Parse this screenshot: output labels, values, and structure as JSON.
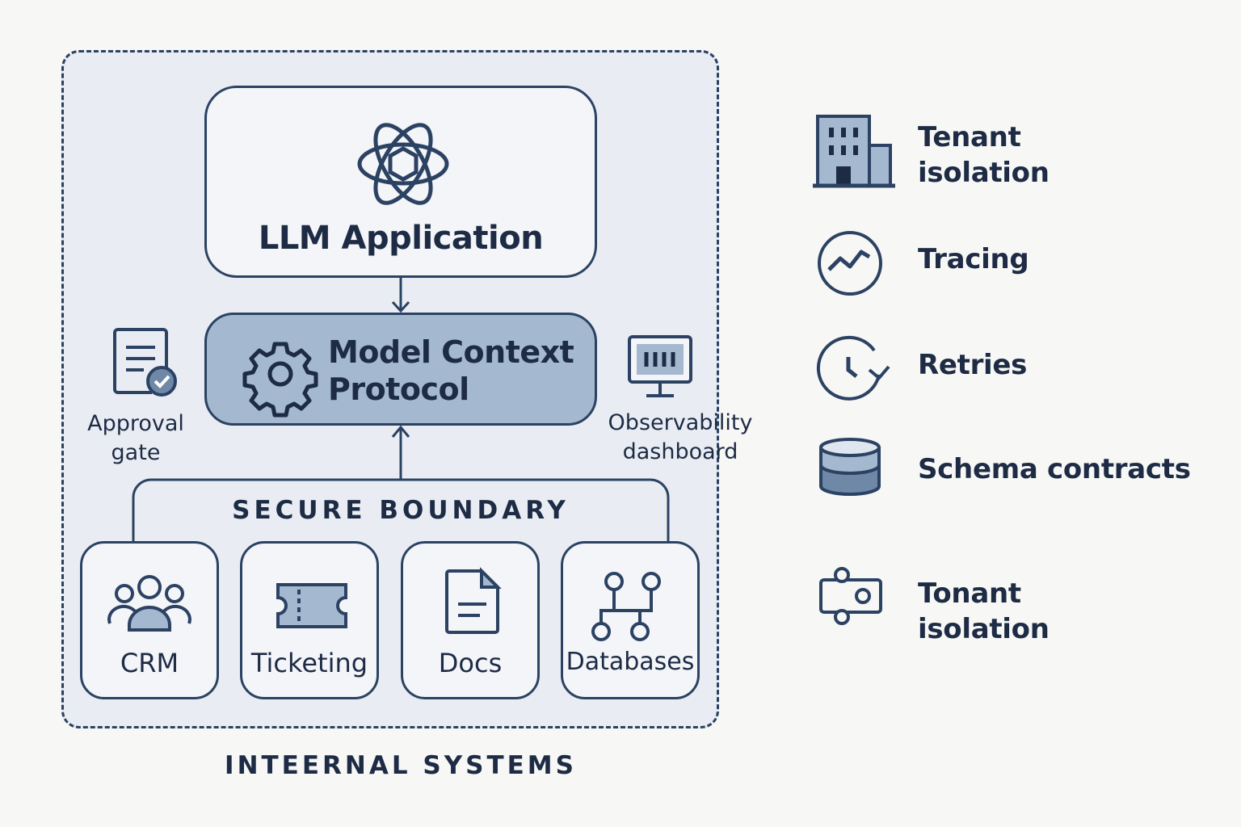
{
  "diagram": {
    "boundary_label": "INTEERNAL SYSTEMS",
    "llm": {
      "title": "LLM Application",
      "icon": "openai-knot-icon"
    },
    "mcp": {
      "title_line1": "Model Context",
      "title_line2": "Protocol",
      "icon": "gear-icon"
    },
    "approval": {
      "line1": "Approval",
      "line2": "gate",
      "icon": "document-check-icon"
    },
    "observability": {
      "line1": "Observability",
      "line2": "dashboard",
      "icon": "monitor-bars-icon"
    },
    "secure_label": "SECURE BOUNDARY",
    "systems": [
      {
        "label": "CRM",
        "icon": "users-icon"
      },
      {
        "label": "Ticketing",
        "icon": "ticket-icon"
      },
      {
        "label": "Docs",
        "icon": "document-icon"
      },
      {
        "label": "Databases",
        "icon": "network-icon"
      }
    ]
  },
  "features": [
    {
      "line1": "Tenant",
      "line2": "isolation",
      "icon": "building-icon"
    },
    {
      "line1": "Tracing",
      "line2": "",
      "icon": "trend-circle-icon"
    },
    {
      "line1": "Retries",
      "line2": "",
      "icon": "clock-retry-icon"
    },
    {
      "line1": "Schema contracts",
      "line2": "",
      "icon": "database-icon"
    },
    {
      "line1": "Tonant",
      "line2": "isolation",
      "icon": "toggles-icon"
    }
  ],
  "colors": {
    "ink": "#2c4263",
    "panel": "#e9edf3",
    "accent": "#a4b8d0",
    "background": "#f7f7f5"
  }
}
